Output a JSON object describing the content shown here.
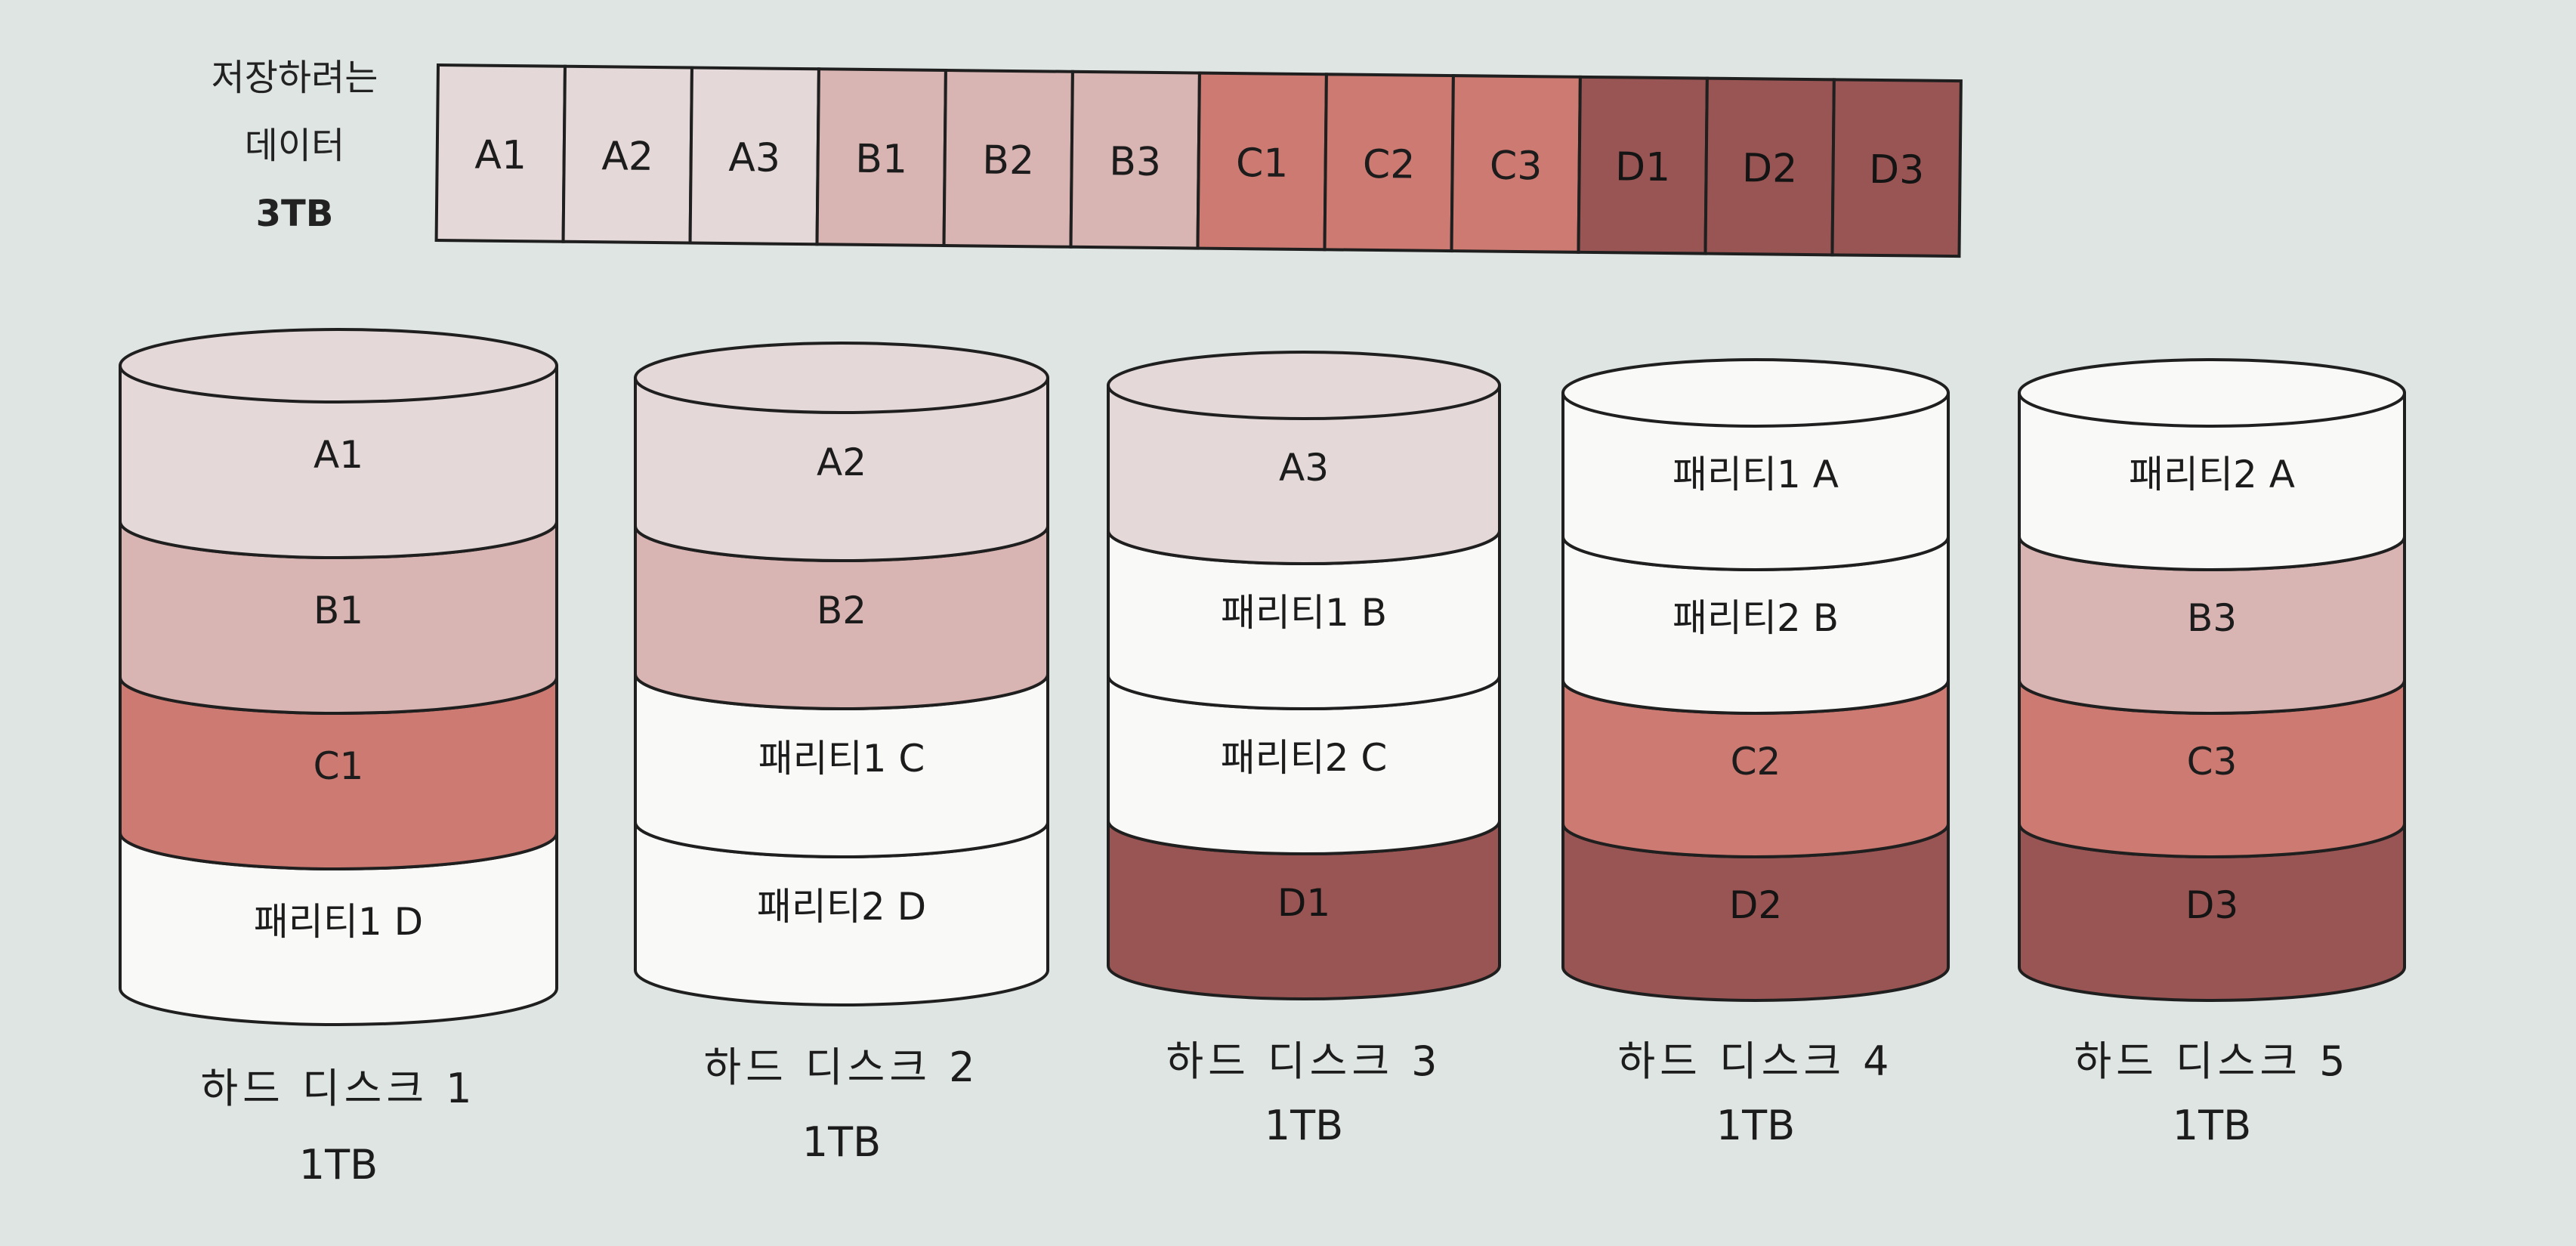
{
  "colors": {
    "background": "#dfe5e2",
    "A": "#e4d9d8",
    "B": "#d8b4b2",
    "C": "#cc7a72",
    "D": "#985553",
    "parity": "#f9f9f7",
    "outline": "#1f1f1f"
  },
  "data_label": {
    "line1": "저장하려는",
    "line2": "데이터",
    "line3": "3TB"
  },
  "data_blocks": [
    {
      "label": "A1",
      "group": "A"
    },
    {
      "label": "A2",
      "group": "A"
    },
    {
      "label": "A3",
      "group": "A"
    },
    {
      "label": "B1",
      "group": "B"
    },
    {
      "label": "B2",
      "group": "B"
    },
    {
      "label": "B3",
      "group": "B"
    },
    {
      "label": "C1",
      "group": "C"
    },
    {
      "label": "C2",
      "group": "C"
    },
    {
      "label": "C3",
      "group": "C"
    },
    {
      "label": "D1",
      "group": "D"
    },
    {
      "label": "D2",
      "group": "D"
    },
    {
      "label": "D3",
      "group": "D"
    }
  ],
  "disks": [
    {
      "name": "하드 디스크 1",
      "capacity": "1TB",
      "layers": [
        {
          "label": "A1",
          "group": "A"
        },
        {
          "label": "B1",
          "group": "B"
        },
        {
          "label": "C1",
          "group": "C"
        },
        {
          "label": "패리티1 D",
          "group": "parity"
        }
      ]
    },
    {
      "name": "하드 디스크 2",
      "capacity": "1TB",
      "layers": [
        {
          "label": "A2",
          "group": "A"
        },
        {
          "label": "B2",
          "group": "B"
        },
        {
          "label": "패리티1 C",
          "group": "parity"
        },
        {
          "label": "패리티2 D",
          "group": "parity"
        }
      ]
    },
    {
      "name": "하드 디스크 3",
      "capacity": "1TB",
      "layers": [
        {
          "label": "A3",
          "group": "A"
        },
        {
          "label": "패리티1 B",
          "group": "parity"
        },
        {
          "label": "패리티2 C",
          "group": "parity"
        },
        {
          "label": "D1",
          "group": "D"
        }
      ]
    },
    {
      "name": "하드 디스크 4",
      "capacity": "1TB",
      "layers": [
        {
          "label": "패리티1 A",
          "group": "parity"
        },
        {
          "label": "패리티2 B",
          "group": "parity"
        },
        {
          "label": "C2",
          "group": "C"
        },
        {
          "label": "D2",
          "group": "D"
        }
      ]
    },
    {
      "name": "하드 디스크 5",
      "capacity": "1TB",
      "layers": [
        {
          "label": "패리티2 A",
          "group": "parity"
        },
        {
          "label": "B3",
          "group": "B"
        },
        {
          "label": "C3",
          "group": "C"
        },
        {
          "label": "D3",
          "group": "D"
        }
      ]
    }
  ]
}
